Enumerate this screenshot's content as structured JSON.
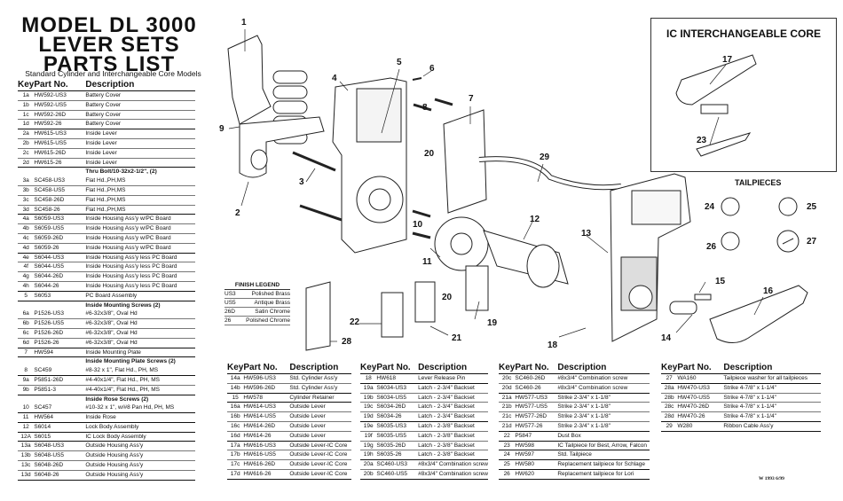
{
  "header": {
    "title_line1": "MODEL DL 3000",
    "title_line2": "LEVER SETS",
    "title_line3": "PARTS LIST",
    "subtitle": "Standard Cylinder and Interchangeable Core Models"
  },
  "columns": {
    "key": "Key",
    "part": "Part No.",
    "desc": "Description"
  },
  "left_table": [
    {
      "k": "1a",
      "p": "HW592-US3",
      "d": "Battery Cover"
    },
    {
      "k": "1b",
      "p": "HW592-US5",
      "d": "Battery Cover"
    },
    {
      "k": "1c",
      "p": "HW592-26D",
      "d": "Battery Cover"
    },
    {
      "k": "1d",
      "p": "HW592-26",
      "d": "Battery Cover",
      "grp": true
    },
    {
      "k": "2a",
      "p": "HW615-US3",
      "d": "Inside Lever"
    },
    {
      "k": "2b",
      "p": "HW615-US5",
      "d": "Inside Lever"
    },
    {
      "k": "2c",
      "p": "HW615-26D",
      "d": "Inside Lever"
    },
    {
      "k": "2d",
      "p": "HW615-26",
      "d": "Inside Lever",
      "grp": true
    },
    {
      "k": "",
      "p": "",
      "d": "Thru Bolt/10-32x2-1/2\", (2)",
      "section": true
    },
    {
      "k": "3a",
      "p": "SC458-US3",
      "d": "Flat Hd.,PH,MS"
    },
    {
      "k": "3b",
      "p": "SC458-US5",
      "d": "Flat Hd.,PH,MS"
    },
    {
      "k": "3c",
      "p": "SC458-26D",
      "d": "Flat Hd.,PH,MS"
    },
    {
      "k": "3d",
      "p": "SC458-26",
      "d": "Flat Hd.,PH,MS",
      "grp": true
    },
    {
      "k": "4a",
      "p": "S6059-US3",
      "d": "Inside Housing Ass'y w/PC Board"
    },
    {
      "k": "4b",
      "p": "S6059-US5",
      "d": "Inside Housing Ass'y w/PC Board"
    },
    {
      "k": "4c",
      "p": "S6059-26D",
      "d": "Inside Housing Ass'y w/PC Board"
    },
    {
      "k": "4d",
      "p": "S6059-26",
      "d": "Inside Housing Ass'y w/PC Board",
      "grp": true
    },
    {
      "k": "4e",
      "p": "S6044-US3",
      "d": "Inside Housing Ass'y  less PC Board"
    },
    {
      "k": "4f",
      "p": "S6044-US5",
      "d": "Inside Housing Ass'y  less PC Board"
    },
    {
      "k": "4g",
      "p": "S6044-26D",
      "d": "Inside Housing Ass'y  less PC Board"
    },
    {
      "k": "4h",
      "p": "S6044-26",
      "d": "Inside Housing Ass'y  less PC Board",
      "grp": true
    },
    {
      "k": "5",
      "p": "S6053",
      "d": "PC Board Assembly",
      "grp": true
    },
    {
      "k": "",
      "p": "",
      "d": "Inside Mounting Screws (2)",
      "section": true
    },
    {
      "k": "6a",
      "p": "P1526-US3",
      "d": "#6-32x3/8\", Oval Hd"
    },
    {
      "k": "6b",
      "p": "P1526-US5",
      "d": "#6-32x3/8\", Oval Hd"
    },
    {
      "k": "6c",
      "p": "P1526-26D",
      "d": "#6-32x3/8\", Oval Hd"
    },
    {
      "k": "6d",
      "p": "P1526-26",
      "d": "#6-32x3/8\", Oval Hd",
      "grp": true
    },
    {
      "k": "7",
      "p": "HW594",
      "d": "Inside Mounting Plate",
      "grp": true
    },
    {
      "k": "",
      "p": "",
      "d": "Inside Mounting Plate Screws (2)",
      "section": true
    },
    {
      "k": "8",
      "p": "SC459",
      "d": "#8-32 x 1\", Flat Hd., PH, MS",
      "grp": true
    },
    {
      "k": "9a",
      "p": "P5851-26D",
      "d": "#4-40x1/4\", Flat Hd., PH, MS"
    },
    {
      "k": "9b",
      "p": "P5851-3",
      "d": "#4-40x1/4\", Flat Hd., PH, MS",
      "grp": true
    },
    {
      "k": "",
      "p": "",
      "d": "Inside Rose Screws  (2)",
      "section": true
    },
    {
      "k": "10",
      "p": "SC457",
      "d": "#10-32 x 1\", w/#8 Pan Hd, PH, MS",
      "grp": true
    },
    {
      "k": "11",
      "p": "HW564",
      "d": "Inside Rose",
      "grp": true
    },
    {
      "k": "12",
      "p": "S6014",
      "d": "Lock Body Assembly",
      "grp": true
    },
    {
      "k": "12A",
      "p": "S6015",
      "d": "IC Lock Body Assembly",
      "grp": true
    },
    {
      "k": "13a",
      "p": "S6048-US3",
      "d": "Outside Housing Ass'y"
    },
    {
      "k": "13b",
      "p": "S6048-US5",
      "d": "Outside Housing Ass'y"
    },
    {
      "k": "13c",
      "p": "S6048-26D",
      "d": "Outside Housing Ass'y"
    },
    {
      "k": "13d",
      "p": "S6048-26",
      "d": "Outside Housing Ass'y",
      "grp": true
    }
  ],
  "bottom_tables": [
    [
      {
        "k": "14a",
        "p": "HW596-US3",
        "d": "Std. Cylinder Ass'y"
      },
      {
        "k": "14b",
        "p": "HW596-26D",
        "d": "Std. Cylinder Ass'y",
        "grp": true
      },
      {
        "k": "15",
        "p": "HW578",
        "d": "Cylinder Retainer",
        "grp": true
      },
      {
        "k": "16a",
        "p": "HW614-US3",
        "d": "Outside Lever"
      },
      {
        "k": "16b",
        "p": "HW614-US5",
        "d": "Outside Lever"
      },
      {
        "k": "16c",
        "p": "HW614-26D",
        "d": "Outside Lever"
      },
      {
        "k": "16d",
        "p": "HW614-26",
        "d": "Outside Lever",
        "grp": true
      },
      {
        "k": "17a",
        "p": "HW616-US3",
        "d": "Outside Lever-IC  Core"
      },
      {
        "k": "17b",
        "p": "HW616-US5",
        "d": "Outside Lever-IC  Core"
      },
      {
        "k": "17c",
        "p": "HW616-26D",
        "d": "Outside Lever-IC  Core"
      },
      {
        "k": "17d",
        "p": "HW616-26",
        "d": "Outside Lever-IC  Core",
        "grp": true
      }
    ],
    [
      {
        "k": "18",
        "p": "HW618",
        "d": "Lever Release Pin",
        "grp": true
      },
      {
        "k": "19a",
        "p": "S6034-US3",
        "d": "Latch - 2-3/4\" Backset"
      },
      {
        "k": "19b",
        "p": "S6034-US5",
        "d": "Latch - 2-3/4\" Backset"
      },
      {
        "k": "19c",
        "p": "S6034-26D",
        "d": "Latch - 2-3/4\" Backset"
      },
      {
        "k": "19d",
        "p": "S6034-26",
        "d": "Latch - 2-3/4\" Backset",
        "grp": true
      },
      {
        "k": "19e",
        "p": "S6035-US3",
        "d": "Latch - 2-3/8\" Backset"
      },
      {
        "k": "19f",
        "p": "S6035-US5",
        "d": "Latch - 2-3/8\" Backset"
      },
      {
        "k": "19g",
        "p": "S6035-26D",
        "d": "Latch - 2-3/8\" Backset"
      },
      {
        "k": "19h",
        "p": "S6035-26",
        "d": "Latch - 2-3/8\" Backset",
        "grp": true
      },
      {
        "k": "20a",
        "p": "SC460-US3",
        "d": "#8x3/4\" Combination screw"
      },
      {
        "k": "20b",
        "p": "SC460-US5",
        "d": "#8x3/4\" Combination screw",
        "grp": true
      }
    ],
    [
      {
        "k": "20c",
        "p": "SC460-26D",
        "d": "#8x3/4\" Combination screw"
      },
      {
        "k": "20d",
        "p": "SC460-26",
        "d": "#8x3/4\" Combination screw",
        "grp": true
      },
      {
        "k": "21a",
        "p": "HW577-US3",
        "d": "Strike 2-3/4\" x 1-1/8\""
      },
      {
        "k": "21b",
        "p": "HW577-US5",
        "d": "Strike 2-3/4\" x 1-1/8\""
      },
      {
        "k": "21c",
        "p": "HW577-26D",
        "d": "Strike 2-3/4\" x 1-1/8\""
      },
      {
        "k": "21d",
        "p": "HW577-26",
        "d": "Strike 2-3/4\" x 1-1/8\"",
        "grp": true
      },
      {
        "k": "22",
        "p": "P5847",
        "d": "Dust Box",
        "grp": true
      },
      {
        "k": "23",
        "p": "HW598",
        "d": "IC Tailpiece for Best, Arrow, Falcon",
        "grp": true
      },
      {
        "k": "24",
        "p": "HW597",
        "d": "Std. Tailpiece",
        "grp": true
      },
      {
        "k": "25",
        "p": "HW580",
        "d": "Replacement tailpiece for Schlage",
        "grp": true
      },
      {
        "k": "26",
        "p": "HW620",
        "d": "Replacement tailpiece for Lori",
        "grp": true
      }
    ],
    [
      {
        "k": "27",
        "p": "WA160",
        "d": "Tailpiece washer for all tailpieces",
        "grp": true
      },
      {
        "k": "28a",
        "p": "HW470-US3",
        "d": "Strike 4-7/8\" x 1-1/4\""
      },
      {
        "k": "28b",
        "p": "HW470-US5",
        "d": "Strike 4-7/8\" x 1-1/4\""
      },
      {
        "k": "28c",
        "p": "HW470-26D",
        "d": "Strike 4-7/8\" x 1-1/4\""
      },
      {
        "k": "28d",
        "p": "HW470-26",
        "d": "Strike 4-7/8\" x 1-1/4\"",
        "grp": true
      },
      {
        "k": "29",
        "p": "W280",
        "d": "Ribbon Cable Ass'y",
        "grp": true
      }
    ]
  ],
  "finish_legend": {
    "title": "FINISH LEGEND",
    "rows": [
      {
        "code": "US3",
        "name": "Polished Brass"
      },
      {
        "code": "US5",
        "name": "Antique Brass"
      },
      {
        "code": "26D",
        "name": "Satin Chrome"
      },
      {
        "code": "26",
        "name": "Polished Chrome"
      }
    ]
  },
  "ic_box_title": "IC INTERCHANGEABLE CORE",
  "tailpieces_title": "TAILPIECES",
  "callouts": [
    "1",
    "2",
    "3",
    "4",
    "5",
    "6",
    "7",
    "8",
    "9",
    "10",
    "11",
    "12",
    "13",
    "14",
    "15",
    "16",
    "17",
    "18",
    "19",
    "20",
    "21",
    "22",
    "23",
    "24",
    "25",
    "26",
    "27",
    "28",
    "29"
  ],
  "footer": "W 1993       6/99"
}
